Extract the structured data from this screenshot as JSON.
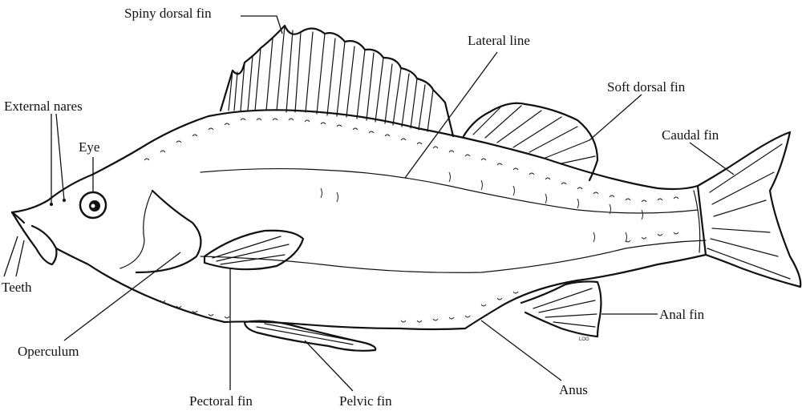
{
  "labels": {
    "spiny_dorsal_fin": "Spiny dorsal fin",
    "lateral_line": "Lateral line",
    "soft_dorsal_fin": "Soft dorsal fin",
    "caudal_fin": "Caudal fin",
    "external_nares": "External nares",
    "eye": "Eye",
    "teeth": "Teeth",
    "operculum": "Operculum",
    "pectoral_fin": "Pectoral fin",
    "pelvic_fin": "Pelvic fin",
    "anus": "Anus",
    "anal_fin": "Anal fin"
  },
  "signature": "LOG"
}
